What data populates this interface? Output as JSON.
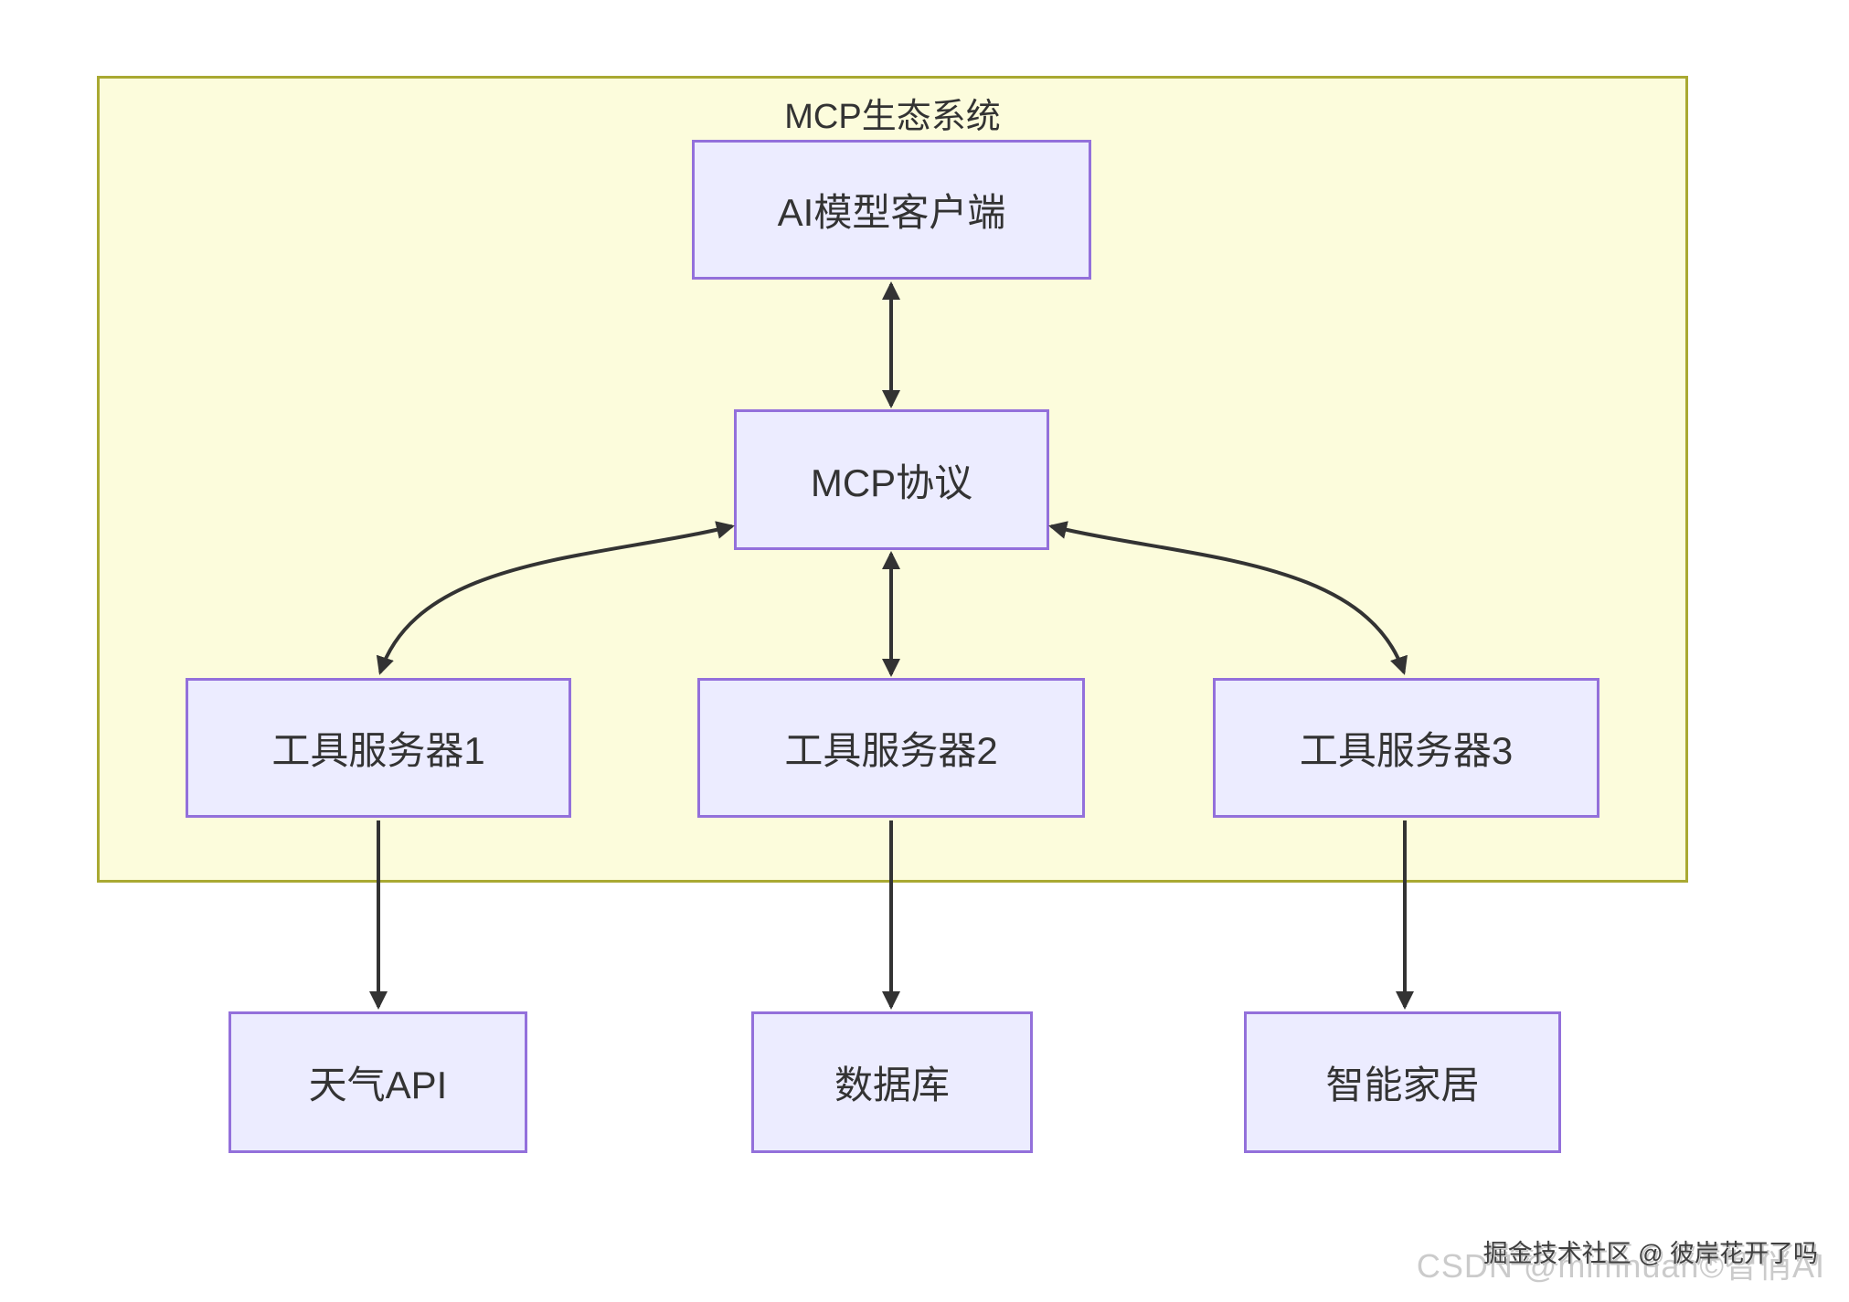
{
  "diagram": {
    "container_title": "MCP生态系统",
    "nodes": {
      "client": {
        "label": "AI模型客户端"
      },
      "protocol": {
        "label": "MCP协议"
      },
      "server1": {
        "label": "工具服务器1"
      },
      "server2": {
        "label": "工具服务器2"
      },
      "server3": {
        "label": "工具服务器3"
      },
      "weather": {
        "label": "天气API"
      },
      "database": {
        "label": "数据库"
      },
      "smarthome": {
        "label": "智能家居"
      }
    },
    "edges": [
      {
        "from": "client",
        "to": "protocol",
        "bidirectional": true
      },
      {
        "from": "protocol",
        "to": "server1",
        "bidirectional": true
      },
      {
        "from": "protocol",
        "to": "server2",
        "bidirectional": true
      },
      {
        "from": "protocol",
        "to": "server3",
        "bidirectional": true
      },
      {
        "from": "server1",
        "to": "weather",
        "bidirectional": false
      },
      {
        "from": "server2",
        "to": "database",
        "bidirectional": false
      },
      {
        "from": "server3",
        "to": "smarthome",
        "bidirectional": false
      }
    ],
    "colors": {
      "container_fill": "#fcfcdc",
      "container_border": "#a9a932",
      "node_fill": "#ececff",
      "node_border": "#9370db",
      "arrow": "#333333",
      "text": "#333333"
    }
  },
  "watermark": {
    "juejin": "掘金技术社区 @ 彼岸花开了吗",
    "csdn": "CSDN @mimnuan©智俏AI"
  }
}
